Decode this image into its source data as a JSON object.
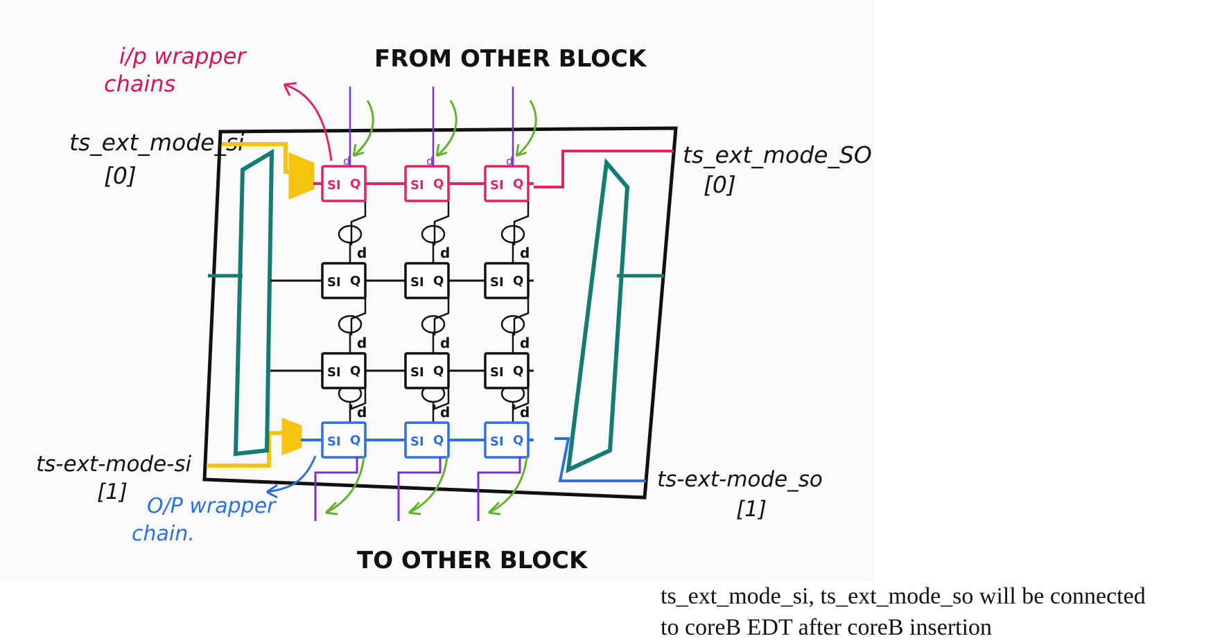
{
  "colors": {
    "ink": "#111111",
    "input_chain": "#e0245e",
    "output_chain": "#2e6fe0",
    "mux": "#f6c40e",
    "bus": "#147d73",
    "data_line": "#7b2fd0",
    "arrow": "#62b22c",
    "panel": "#fafafa"
  },
  "labels": {
    "top": "FROM OTHER BLOCK",
    "bottom": "TO OTHER BLOCK",
    "ip_wrapper_line1": "i/p wrapper",
    "ip_wrapper_line2": "chains",
    "op_wrapper_line1": "O/P wrapper",
    "op_wrapper_line2": "chain.",
    "si0_name": "ts_ext_mode_si",
    "si0_index": "[0]",
    "si1_name": "ts-ext-mode-si",
    "si1_index": "[1]",
    "so0_name": "ts_ext_mode_SO",
    "so0_index": "[0]",
    "so1_name": "ts-ext-mode_so",
    "so1_index": "[1]"
  },
  "cell": {
    "si": "SI",
    "q": "Q",
    "d": "d"
  },
  "caption": {
    "line1": "ts_ext_mode_si, ts_ext_mode_so will be connected",
    "line2": "to coreB EDT after coreB insertion"
  }
}
